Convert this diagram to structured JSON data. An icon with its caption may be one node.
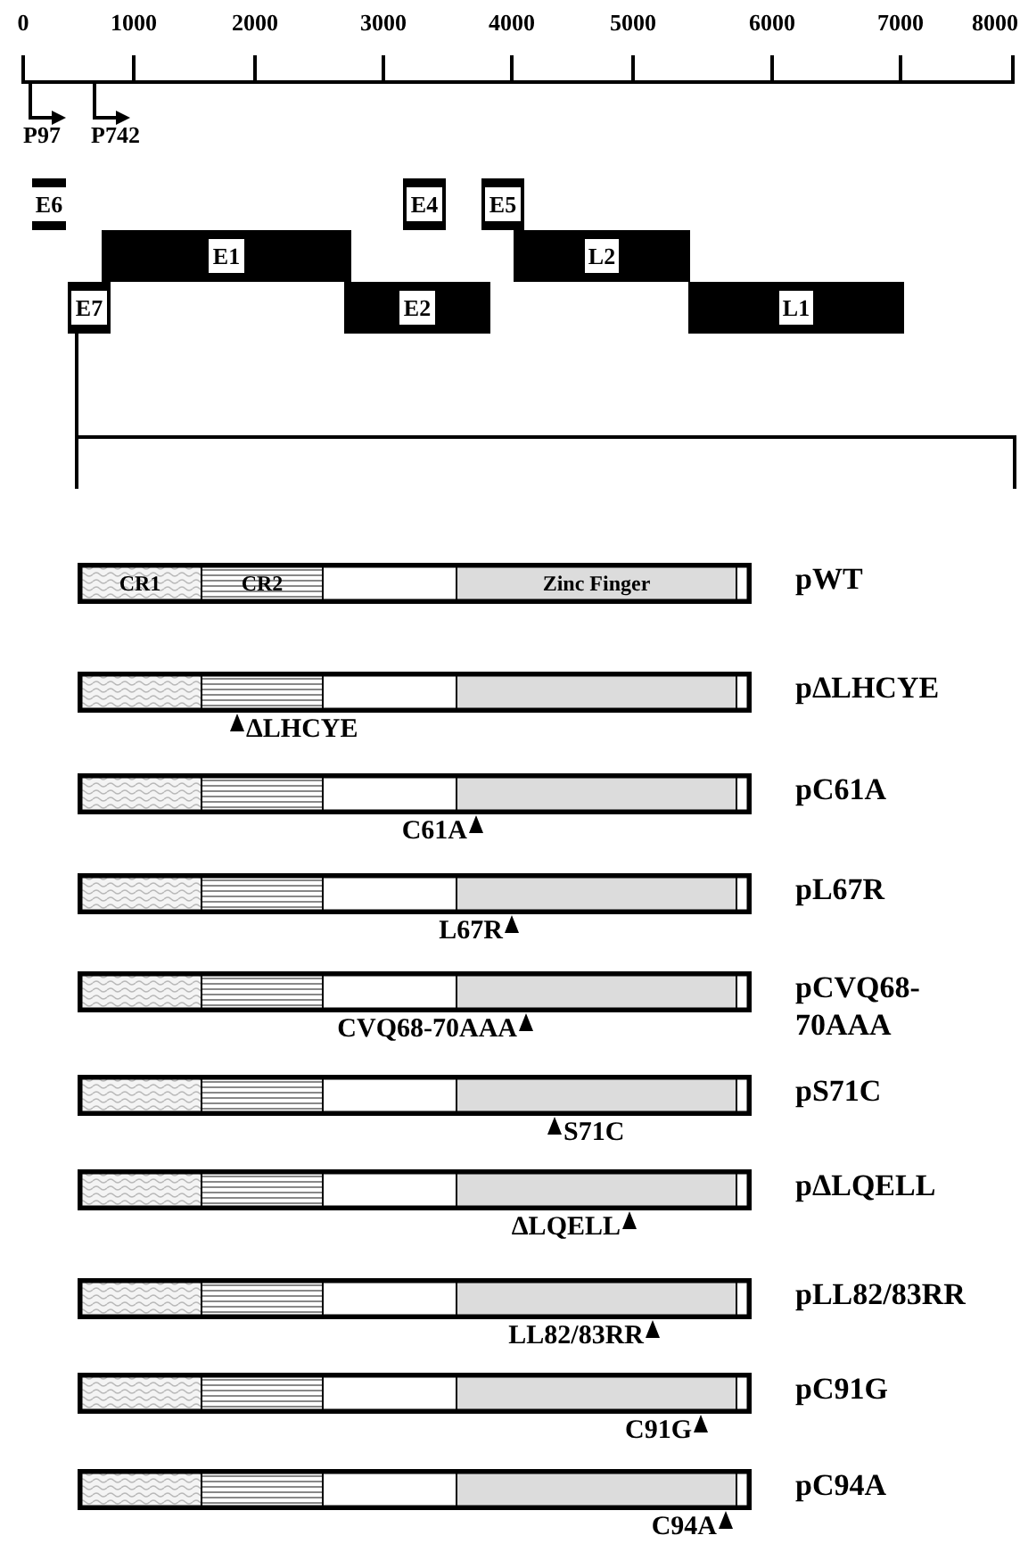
{
  "diagram": {
    "nodes": [
      {
        "text": [
          "E6"
        ]
      },
      {
        "text": [
          "E4"
        ]
      },
      {
        "text": [
          "E5"
        ]
      },
      {
        "text": [
          "E1"
        ]
      },
      {
        "text": [
          "L2"
        ]
      },
      {
        "text": [
          "E7"
        ]
      },
      {
        "text": [
          "E2"
        ]
      },
      {
        "text": [
          "L1"
        ]
      },
      {
        "text": [
          "CR1",
          "CR2",
          "Zinc Finger"
        ],
        "beside": [
          "pWT"
        ]
      },
      {
        "text": [],
        "shape": "bar",
        "beside": [
          "pΔLHCYE",
          "ΔLHCYE"
        ]
      },
      {
        "text": [],
        "shape": "bar",
        "beside": [
          "pC61A",
          "C61A"
        ]
      },
      {
        "text": [],
        "shape": "bar",
        "beside": [
          "pL67R",
          "L67R"
        ]
      },
      {
        "text": [],
        "shape": "bar",
        "beside": [
          "pCVQ68-70AAA",
          "CVQ68-70AAA"
        ]
      },
      {
        "text": [],
        "shape": "bar",
        "beside": [
          "pS71C",
          "S71C"
        ]
      },
      {
        "text": [],
        "shape": "bar",
        "beside": [
          "pΔLQELL",
          "ΔLQELL"
        ]
      },
      {
        "text": [],
        "shape": "bar",
        "beside": [
          "pLL82/83RR",
          "LL82/83RR"
        ]
      },
      {
        "text": [],
        "shape": "bar",
        "beside": [
          "pC91G",
          "C91G"
        ]
      },
      {
        "text": [],
        "shape": "bar",
        "beside": [
          "pC94A",
          "C94A"
        ]
      }
    ],
    "labels": [
      "0",
      "1000",
      "2000",
      "3000",
      "4000",
      "5000",
      "6000",
      "7000",
      "8000",
      "P97",
      "P742"
    ]
  }
}
